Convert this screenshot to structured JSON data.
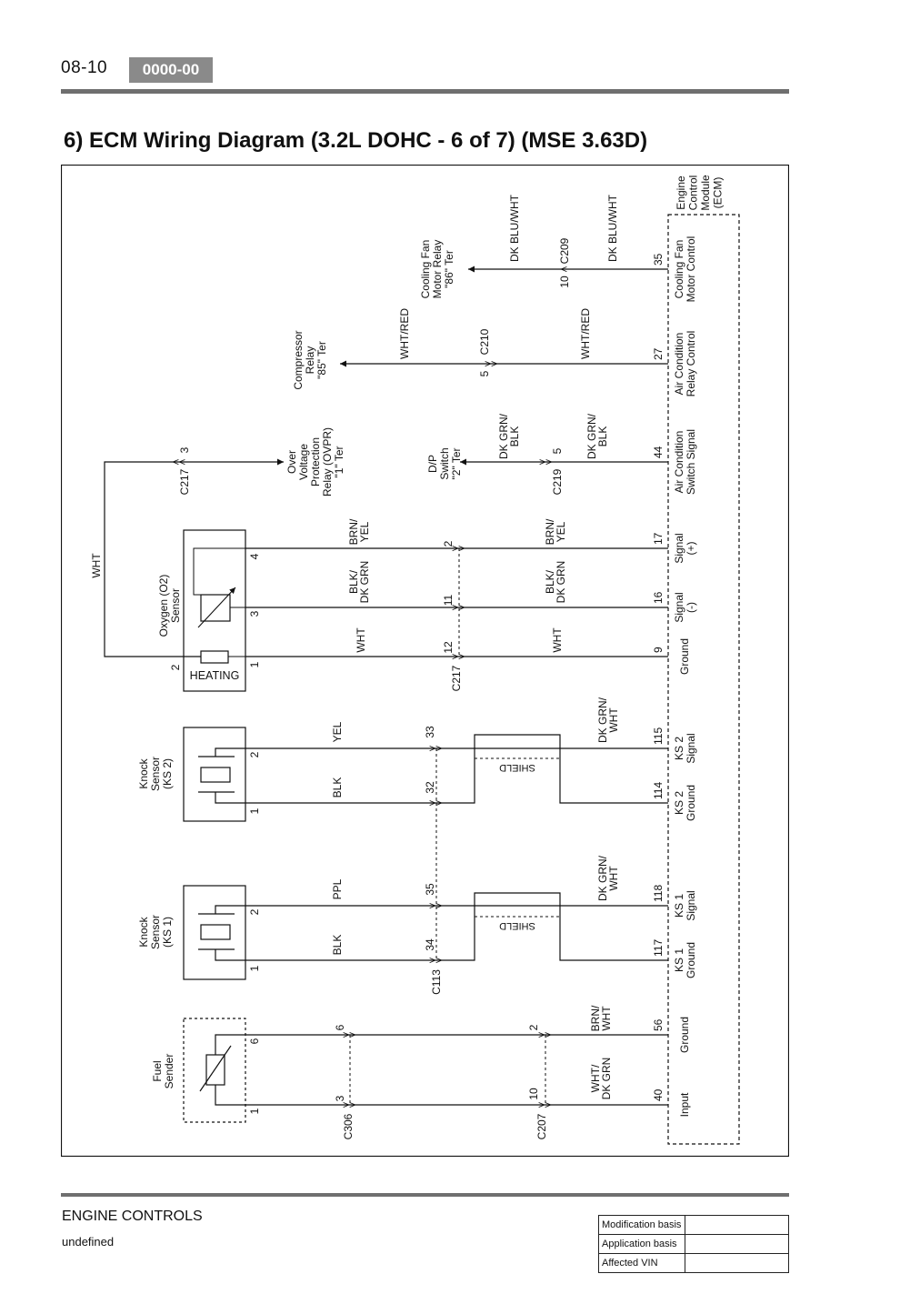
{
  "header": {
    "page_number": "08-10",
    "code": "0000-00"
  },
  "title": "6) ECM Wiring Diagram (3.2L DOHC - 6 of 7) (MSE 3.63D)",
  "footer": {
    "section": "ENGINE CONTROLS",
    "subtitle": "undefined",
    "table": [
      {
        "label": "Modification basis",
        "value": ""
      },
      {
        "label": "Application basis",
        "value": ""
      },
      {
        "label": "Affected VIN",
        "value": ""
      }
    ]
  },
  "diagram": {
    "ecm": [
      "Engine",
      "Control",
      "Module",
      "(ECM)"
    ],
    "ecm_pins": [
      {
        "name": [
          "Cooling Fan",
          "Motor Control"
        ],
        "pin": "35"
      },
      {
        "name": [
          "Air Condition",
          "Relay Control"
        ],
        "pin": "27"
      },
      {
        "name": [
          "Air Condition",
          "Switch Signal"
        ],
        "pin": "44"
      },
      {
        "name": [
          "Signal",
          "(+)"
        ],
        "pin": "17"
      },
      {
        "name": [
          "Signal",
          "(-)"
        ],
        "pin": "16"
      },
      {
        "name": [
          "Ground"
        ],
        "pin": "9"
      },
      {
        "name": [
          "KS 2",
          "Signal"
        ],
        "pin": "115"
      },
      {
        "name": [
          "KS 2",
          "Ground"
        ],
        "pin": "114"
      },
      {
        "name": [
          "KS 1",
          "Signal"
        ],
        "pin": "118"
      },
      {
        "name": [
          "KS 1",
          "Ground"
        ],
        "pin": "117"
      },
      {
        "name": [
          "Ground"
        ],
        "pin": "56"
      },
      {
        "name": [
          "Input"
        ],
        "pin": "40"
      }
    ],
    "components": {
      "cooling_fan_relay": [
        "Cooling Fan",
        "Motor Relay",
        "\"86\" Ter"
      ],
      "compressor_relay": [
        "Compressor",
        "Relay",
        "\"85\" Ter"
      ],
      "ovpr": [
        "Over",
        "Voltage",
        "Protection",
        "Relay (OVPR)",
        "\"1\" Ter"
      ],
      "dp_switch": [
        "D/P",
        "Switch",
        "\"2\" Ter"
      ],
      "o2_sensor": [
        "Oxygen (O2)",
        "Sensor"
      ],
      "o2_heating": "HEATING",
      "ks2": [
        "Knock",
        "Sensor",
        "(KS 2)"
      ],
      "ks1": [
        "Knock",
        "Sensor",
        "(KS 1)"
      ],
      "fuel_sender": [
        "Fuel",
        "Sender"
      ]
    },
    "wires": {
      "dk_blu_wht": "DK BLU/WHT",
      "wht_red": "WHT/RED",
      "dk_grn_blk": [
        "DK GRN/",
        "BLK"
      ],
      "brn_yel": [
        "BRN/",
        "YEL"
      ],
      "blk_dk_grn": [
        "BLK/",
        "DK GRN"
      ],
      "wht": "WHT",
      "yel": "YEL",
      "blk": "BLK",
      "ppl": "PPL",
      "dk_grn_wht": [
        "DK GRN/",
        "WHT"
      ],
      "brn_wht": [
        "BRN/",
        "WHT"
      ],
      "wht_dk_grn": [
        "WHT/",
        "DK GRN"
      ],
      "shield": "SHIELD"
    },
    "connectors": {
      "c209": "C209",
      "c209_pin": "10",
      "c210": "C210",
      "c210_pin": "5",
      "c219": "C219",
      "c219_pin": "5",
      "c217": "C217",
      "c217_pin": "3",
      "c217_pins": [
        "2",
        "11",
        "12"
      ],
      "c113": "C113",
      "c113_pins": [
        "33",
        "32",
        "35",
        "34"
      ],
      "c306": "C306",
      "c306_pins": [
        "6",
        "3"
      ],
      "c207": "C207",
      "c207_pins": [
        "2",
        "10"
      ]
    },
    "component_pins": {
      "o2": [
        "4",
        "3",
        "1",
        "2"
      ],
      "ks2": [
        "2",
        "1"
      ],
      "ks1": [
        "2",
        "1"
      ],
      "fuel": [
        "6",
        "1"
      ]
    }
  }
}
